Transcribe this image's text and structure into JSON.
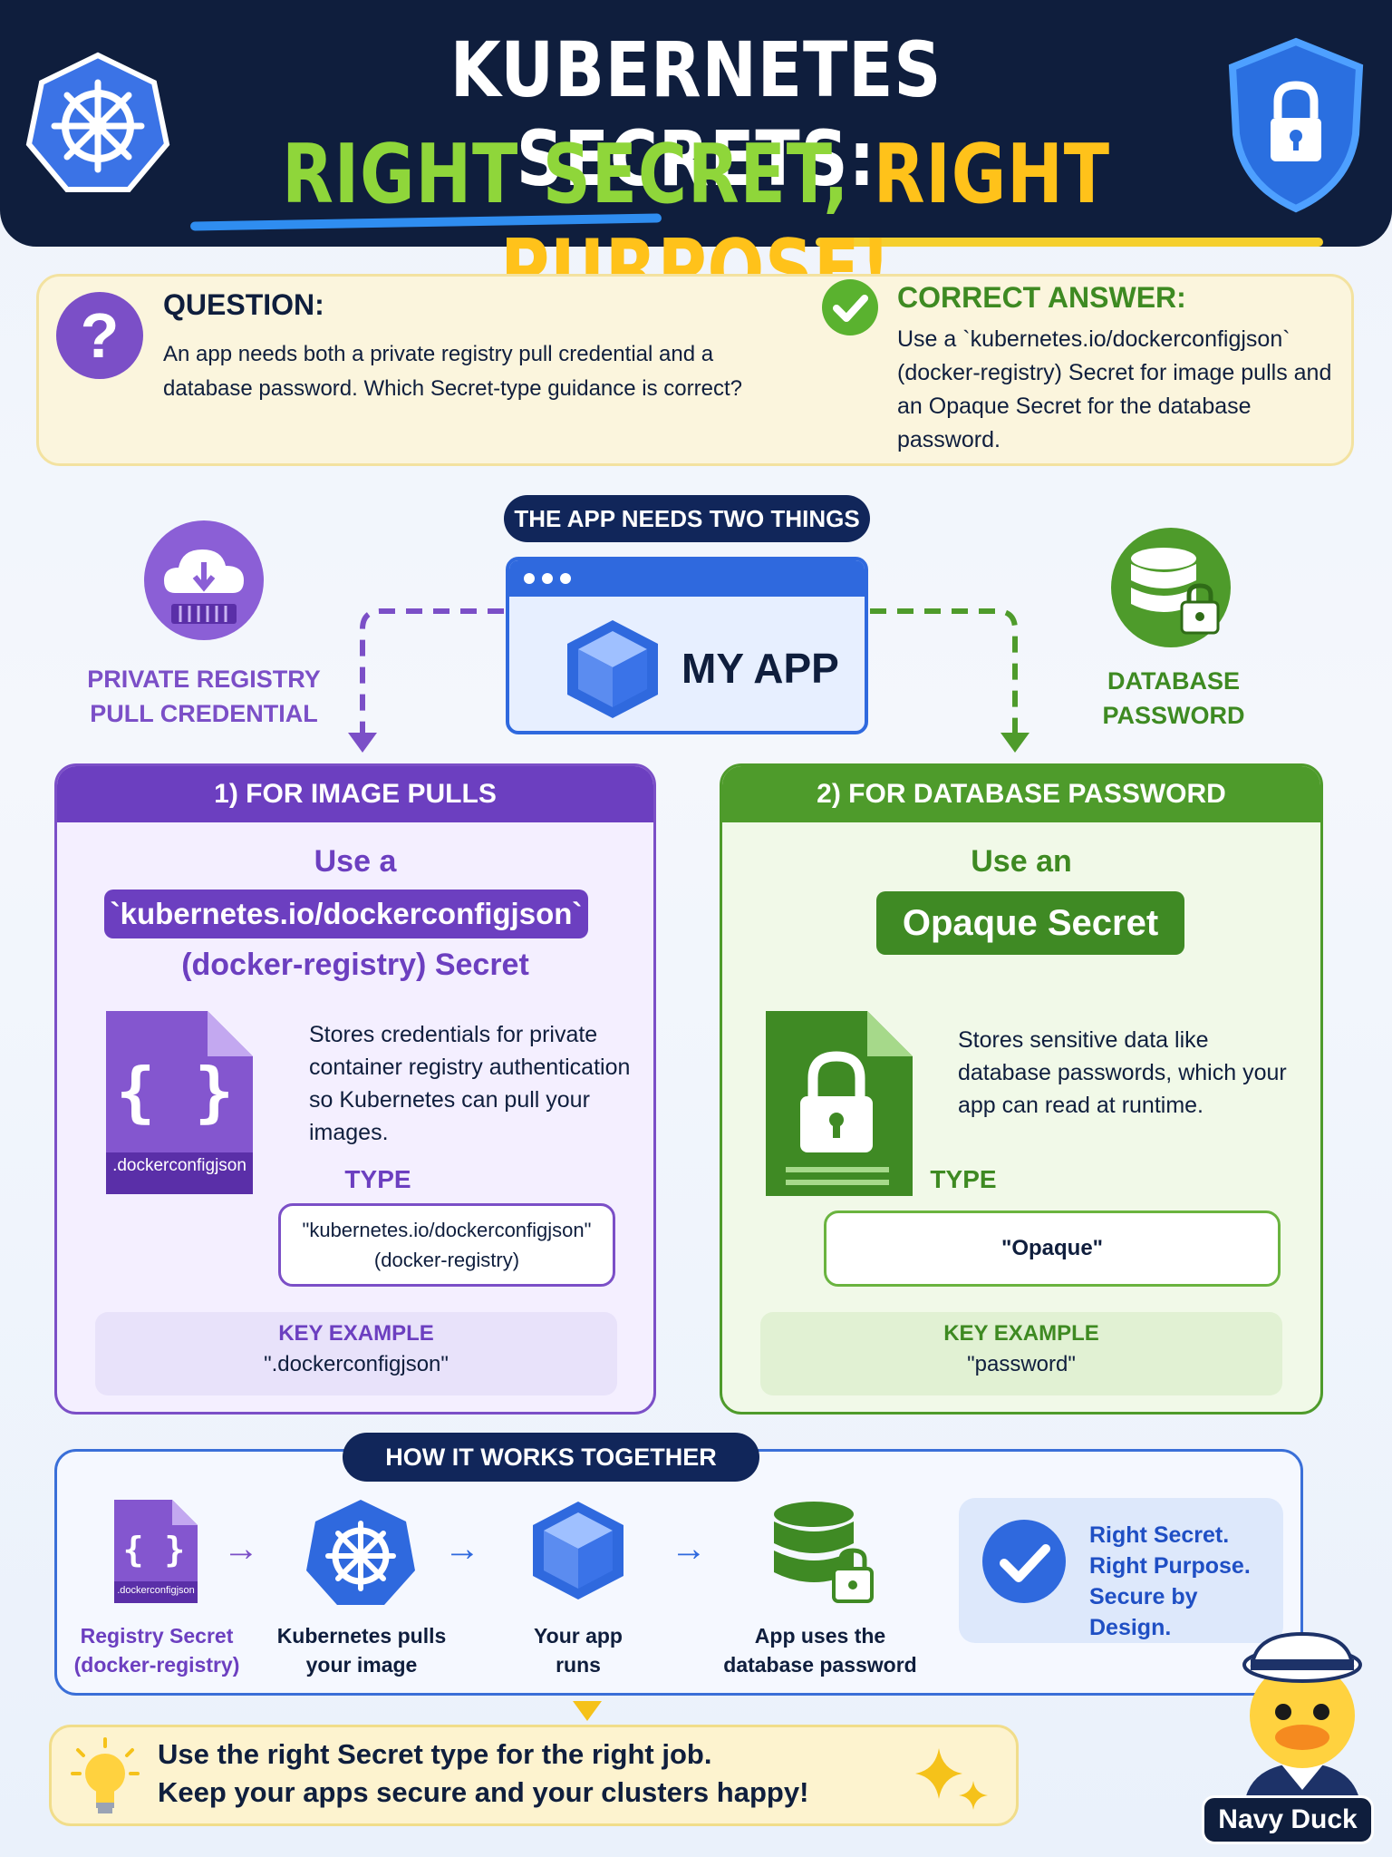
{
  "header": {
    "title_line1": "KUBERNETES SECRETS:",
    "title_line2_part1": "RIGHT SECRET, ",
    "title_line2_part2": "RIGHT PURPOSE!"
  },
  "question": {
    "label": "QUESTION:",
    "text": "An app needs both a private registry pull credential and a database password. Which Secret-type guidance is correct?"
  },
  "answer": {
    "label": "CORRECT ANSWER:",
    "text": "Use a `kubernetes.io/dockerconfigjson` (docker-registry) Secret for image pulls and an Opaque Secret for the database password."
  },
  "needs": {
    "title": "THE APP NEEDS TWO THINGS",
    "app_label": "MY APP",
    "left_need": "PRIVATE REGISTRY PULL CREDENTIAL",
    "right_need": "DATABASE PASSWORD"
  },
  "card_left": {
    "header": "1) FOR IMAGE PULLS",
    "use": "Use a",
    "secret_name": "`kubernetes.io/dockerconfigjson`",
    "secret_sub": "(docker-registry) Secret",
    "file_label": ".dockerconfigjson",
    "description": "Stores credentials for private container registry authentication so Kubernetes can pull your images.",
    "type_label": "TYPE",
    "type_value_line1": "\"kubernetes.io/dockerconfigjson\"",
    "type_value_line2": "(docker-registry)",
    "key_label": "KEY EXAMPLE",
    "key_value": "\".dockerconfigjson\""
  },
  "card_right": {
    "header": "2) FOR DATABASE PASSWORD",
    "use": "Use an",
    "secret_name": "Opaque Secret",
    "description": "Stores sensitive data like database passwords, which your app can read at runtime.",
    "type_label": "TYPE",
    "type_value": "\"Opaque\"",
    "key_label": "KEY EXAMPLE",
    "key_value": "\"password\""
  },
  "how": {
    "title": "HOW IT WORKS TOGETHER",
    "steps": [
      {
        "line1": "Registry Secret",
        "line2": "(docker-registry)",
        "icon_label": ".dockerconfigjson"
      },
      {
        "line1": "Kubernetes pulls",
        "line2": "your image"
      },
      {
        "line1": "Your app",
        "line2": "runs"
      },
      {
        "line1": "App uses the",
        "line2": "database password"
      }
    ],
    "secure_lines": [
      "Right Secret.",
      "Right Purpose.",
      "Secure by Design."
    ]
  },
  "tip": {
    "line1": "Use the right Secret type for the right job.",
    "line2": "Keep your apps secure and your clusters happy!"
  },
  "brand": "Navy Duck",
  "colors": {
    "navy": "#0f1e3d",
    "purple": "#6c3fc0",
    "green": "#4e9b2b",
    "blue": "#2f69de",
    "yellow": "#ffc21a",
    "lime": "#8fd63a"
  }
}
